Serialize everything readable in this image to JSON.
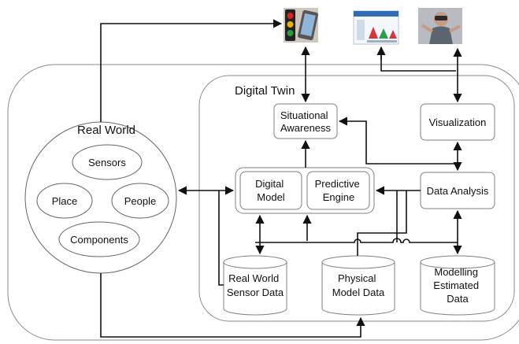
{
  "outer_container": {
    "label": ""
  },
  "digital_twin": {
    "label": "Digital Twin"
  },
  "real_world": {
    "label": "Real World",
    "items": {
      "sensors": "Sensors",
      "place": "Place",
      "people": "People",
      "components": "Components"
    }
  },
  "boxes": {
    "situational_awareness": [
      "Situational",
      "Awareness"
    ],
    "visualization": [
      "Visualization"
    ],
    "digital_model": [
      "Digital",
      "Model"
    ],
    "predictive_engine": [
      "Predictive",
      "Engine"
    ],
    "data_analysis": [
      "Data Analysis"
    ]
  },
  "databases": {
    "real_world_sensor_data": [
      "Real World",
      "Sensor Data"
    ],
    "physical_model_data": [
      "Physical",
      "Model Data"
    ],
    "modelling_estimated_data": [
      "Modelling",
      "Estimated",
      "Data"
    ]
  },
  "images": {
    "traffic_light_phone": {
      "icon": "traffic-light-phone-image"
    },
    "dashboard_screen": {
      "icon": "dashboard-image"
    },
    "vr_user": {
      "icon": "vr-headset-image"
    }
  },
  "colors": {
    "line": "#111111",
    "box_stroke": "#7f7f7f",
    "outer_stroke": "#8a8a8a"
  }
}
